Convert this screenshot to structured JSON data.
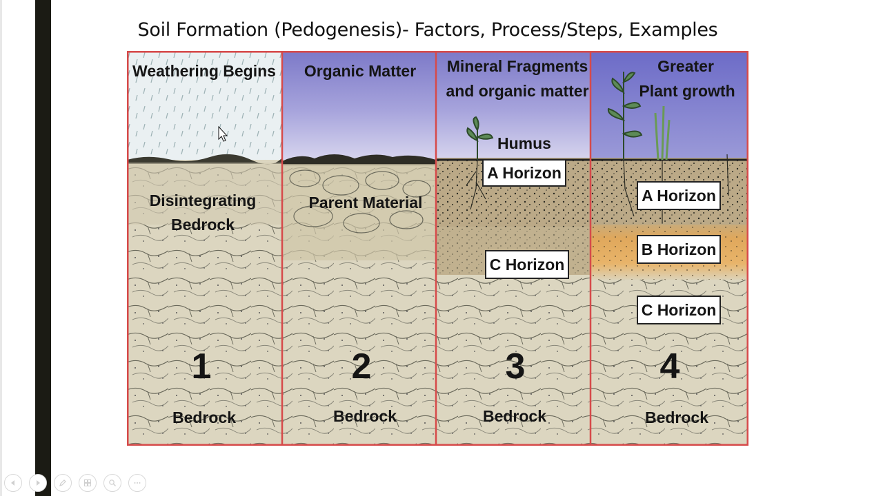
{
  "slide": {
    "title": "Soil Formation (Pedogenesis)- Factors, Process/Steps, Examples"
  },
  "panels": [
    {
      "header": [
        "Weathering Begins"
      ],
      "mid_label": [
        "Disintegrating",
        "Bedrock"
      ],
      "number": "1",
      "bottom_label": "Bedrock"
    },
    {
      "header": [
        "Organic Matter"
      ],
      "mid_label": [
        "Parent Material"
      ],
      "number": "2",
      "bottom_label": "Bedrock"
    },
    {
      "header": [
        "Mineral Fragments",
        "and organic matter"
      ],
      "humus": "Humus",
      "horizons": [
        "A Horizon",
        "C Horizon"
      ],
      "number": "3",
      "bottom_label": "Bedrock"
    },
    {
      "header": [
        "Greater",
        "Plant growth"
      ],
      "horizons": [
        "A Horizon",
        "B Horizon",
        "C Horizon"
      ],
      "number": "4",
      "bottom_label": "Bedrock"
    }
  ],
  "toolbar": {
    "icons": [
      "previous-icon",
      "next-icon",
      "pen-icon",
      "slides-icon",
      "zoom-icon",
      "more-icon"
    ]
  },
  "colors": {
    "border": "#d64a4a",
    "rock": "#dcd7c2",
    "soil": "#b9a680",
    "b_horizon": "#d9a45e",
    "sky_purple": "#8a87cf",
    "sky_light": "#e9eef2"
  }
}
